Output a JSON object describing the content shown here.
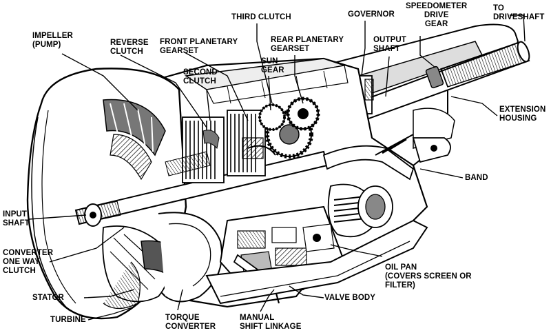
{
  "labels": {
    "impeller": "IMPELLER\n(PUMP)",
    "reverse_clutch": "REVERSE\nCLUTCH",
    "front_planetary": "FRONT PLANETARY\nGEARSET",
    "third_clutch": "THIRD CLUTCH",
    "rear_planetary": "REAR PLANETARY\nGEARSET",
    "governor": "GOVERNOR",
    "speedometer_gear": "SPEEDOMETER\nDRIVE\nGEAR",
    "to_driveshaft": "TO\nDRIVESHAFT",
    "second_clutch": "SECOND\nCLUTCH",
    "sun_gear": "SUN\nGEAR",
    "output_shaft": "OUTPUT\nSHAFT",
    "extension_housing": "EXTENSION\nHOUSING",
    "band": "BAND",
    "input_shaft": "INPUT\nSHAFT",
    "converter_one_way_clutch": "CONVERTER\nONE WAY\nCLUTCH",
    "oil_pan": "OIL PAN\n(COVERS SCREEN OR\nFILTER)",
    "stator": "STATOR",
    "valve_body": "VALVE BODY",
    "turbine": "TURBINE",
    "torque_converter": "TORQUE\nCONVERTER",
    "manual_shift_linkage": "MANUAL\nSHIFT LINKAGE"
  },
  "colors": {
    "ink": "#000000",
    "paper": "#ffffff",
    "shade": "#6e6e6e",
    "light": "#d9d9d9"
  }
}
